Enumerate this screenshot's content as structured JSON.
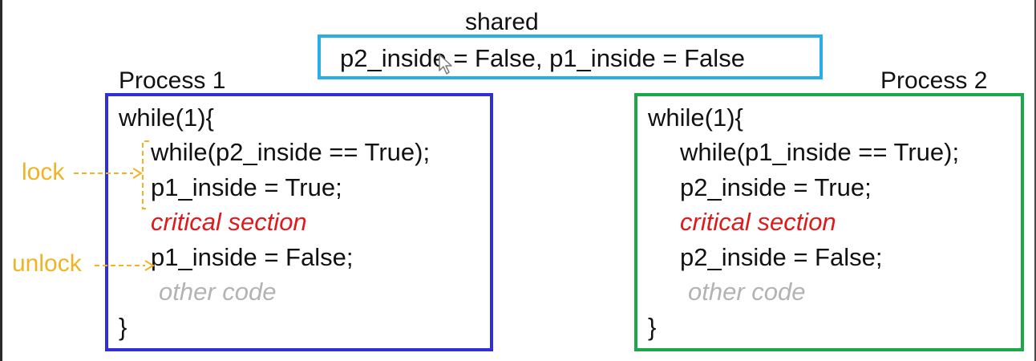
{
  "shared": {
    "label": "shared",
    "text": "p2_inside = False, p1_inside = False"
  },
  "process1": {
    "title": "Process 1",
    "lines": [
      "while(1){",
      "while(p2_inside == True);",
      "p1_inside = True;",
      "critical section",
      "p1_inside = False;",
      "other code",
      "}"
    ]
  },
  "process2": {
    "title": "Process 2",
    "lines": [
      "while(1){",
      "while(p1_inside == True);",
      "p2_inside = True;",
      "critical section",
      "p2_inside = False;",
      "other code",
      "}"
    ]
  },
  "annotations": {
    "lock": "lock",
    "unlock": "unlock"
  },
  "colors": {
    "shared_border": "#29aee6",
    "process1_border": "#2f2fd8",
    "process2_border": "#1aa84a",
    "critical": "#e01a1a",
    "other_code": "#b3b3b3",
    "annotation": "#f0b323"
  },
  "icons": {
    "pointer": "mouse-pointer-icon"
  }
}
